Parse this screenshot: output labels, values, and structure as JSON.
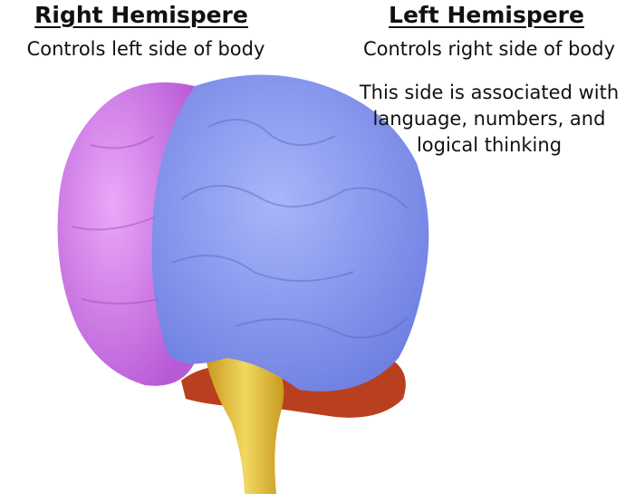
{
  "right_hemisphere": {
    "title": "Right Hemispere",
    "subtitle": "Controls left side of body"
  },
  "left_hemisphere": {
    "title": "Left Hemispere",
    "subtitle": "Controls right side of body",
    "description": "This side is associated with language, numbers, and logical thinking"
  },
  "colors": {
    "right_hemisphere": "#d98af0",
    "left_hemisphere": "#8c9cf0",
    "brainstem": "#e8c640",
    "cerebellum": "#b8401e"
  }
}
